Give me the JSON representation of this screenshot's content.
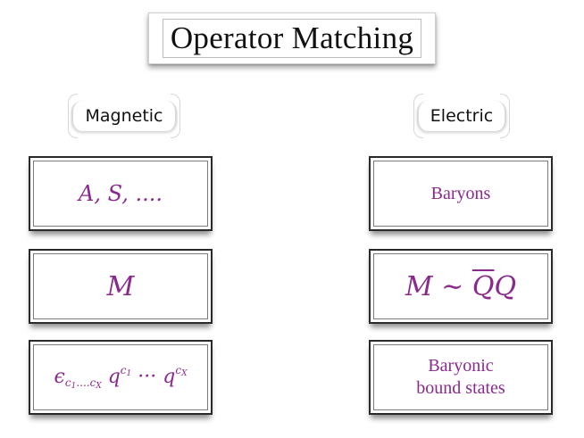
{
  "title": "Operator Matching",
  "columns": {
    "magnetic": {
      "label": "Magnetic",
      "rows": [
        "A,  S,  ....",
        "M",
        "ϵc1....cX qc1 ··· qcX"
      ]
    },
    "electric": {
      "label": "Electric",
      "rows": [
        "Baryons",
        "M ∼ Q̄Q",
        "Baryonic bound states"
      ]
    }
  },
  "colors": {
    "card_text": "#8a2a8c",
    "card_border": "#2a2a2a"
  }
}
